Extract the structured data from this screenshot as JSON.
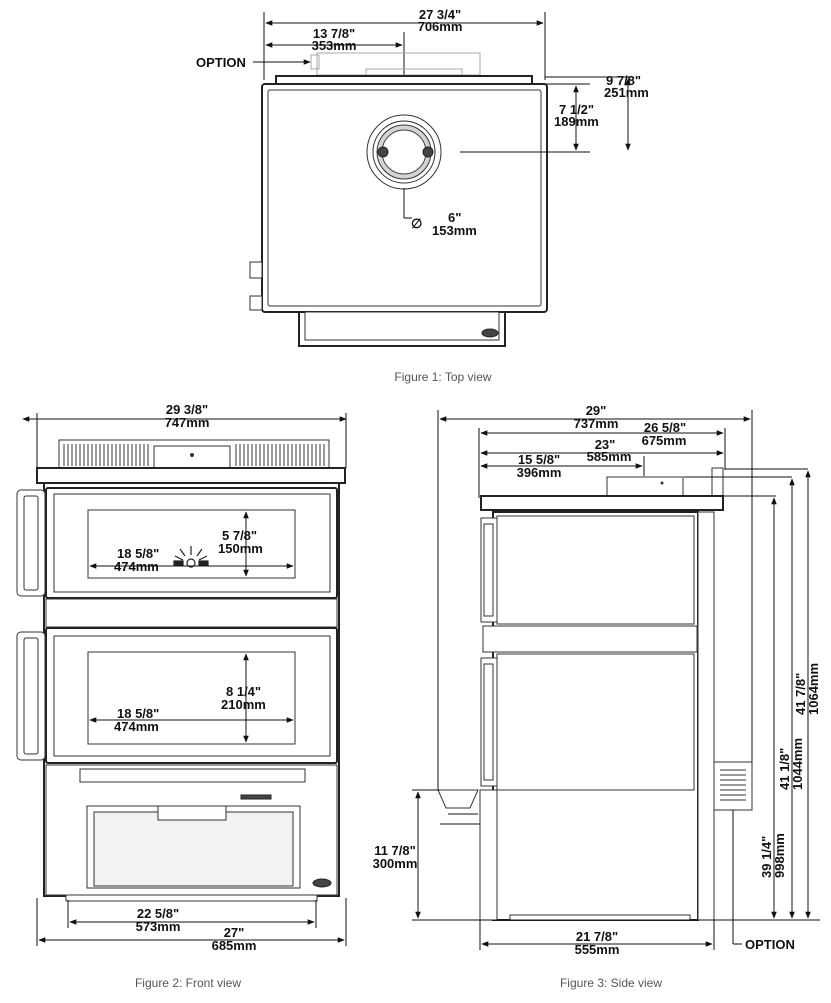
{
  "top_view": {
    "caption": "Figure 1: Top view",
    "option_label": "OPTION",
    "overall_width_in": "27 3/4\"",
    "overall_width_mm": "706mm",
    "flue_offset_in": "13 7/8\"",
    "flue_offset_mm": "353mm",
    "depth_total_in": "9 7/8\"",
    "depth_total_mm": "251mm",
    "depth_flue_in": "7 1/2\"",
    "depth_flue_mm": "189mm",
    "flue_diameter_symbol": "∅",
    "flue_diameter_in": "6\"",
    "flue_diameter_mm": "153mm"
  },
  "front_view": {
    "caption": "Figure 2: Front view",
    "overall_width_in": "29 3/8\"",
    "overall_width_mm": "747mm",
    "upper_glass_width_in": "18 5/8\"",
    "upper_glass_width_mm": "474mm",
    "upper_glass_height_in": "5 7/8\"",
    "upper_glass_height_mm": "150mm",
    "lower_glass_width_in": "18 5/8\"",
    "lower_glass_width_mm": "474mm",
    "lower_glass_height_in": "8 1/4\"",
    "lower_glass_height_mm": "210mm",
    "base_inner_in": "22 5/8\"",
    "base_inner_mm": "573mm",
    "base_outer_in": "27\"",
    "base_outer_mm": "685mm"
  },
  "side_view": {
    "caption": "Figure 3: Side view",
    "option_label": "OPTION",
    "overall_depth_in": "29\"",
    "overall_depth_mm": "737mm",
    "depth_2_in": "26 5/8\"",
    "depth_2_mm": "675mm",
    "depth_3_in": "23\"",
    "depth_3_mm": "585mm",
    "flue_depth_in": "15 5/8\"",
    "flue_depth_mm": "396mm",
    "shelf_height_in": "11 7/8\"",
    "shelf_height_mm": "300mm",
    "height_1_in": "39 1/4\"",
    "height_1_mm": "998mm",
    "height_2_in": "41 1/8\"",
    "height_2_mm": "1044mm",
    "height_3_in": "41 7/8\"",
    "height_3_mm": "1064mm",
    "base_depth_in": "21 7/8\"",
    "base_depth_mm": "555mm"
  }
}
